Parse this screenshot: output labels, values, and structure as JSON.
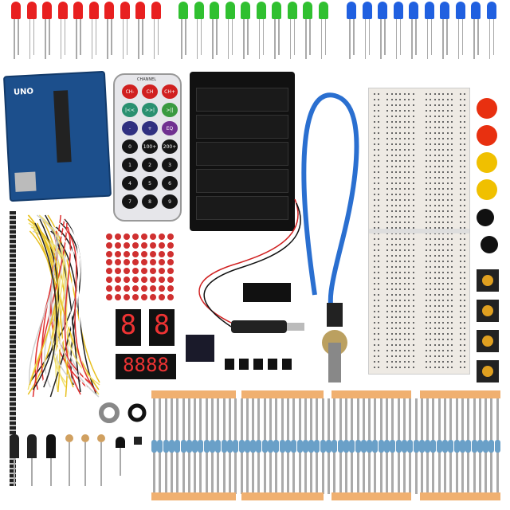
{
  "colors": {
    "red_led": "#e82020",
    "green_led": "#30c030",
    "blue_led": "#2060e0",
    "board": "#1c4f8c",
    "cable": "#2a6fd0",
    "breadboard": "#eeeae4",
    "tape": "#f0b070"
  },
  "board": {
    "label": "UNO"
  },
  "remote": {
    "header": "CHANNEL",
    "keys": [
      "CH-",
      "CH",
      "CH+",
      "|<<",
      ">>|",
      ">||",
      "-",
      "+",
      "EQ",
      "0",
      "100+",
      "200+",
      "1",
      "2",
      "3",
      "4",
      "5",
      "6",
      "7",
      "8",
      "9"
    ]
  },
  "display": {
    "seg1": "8",
    "seg2": "8",
    "four_digit": "8888"
  }
}
